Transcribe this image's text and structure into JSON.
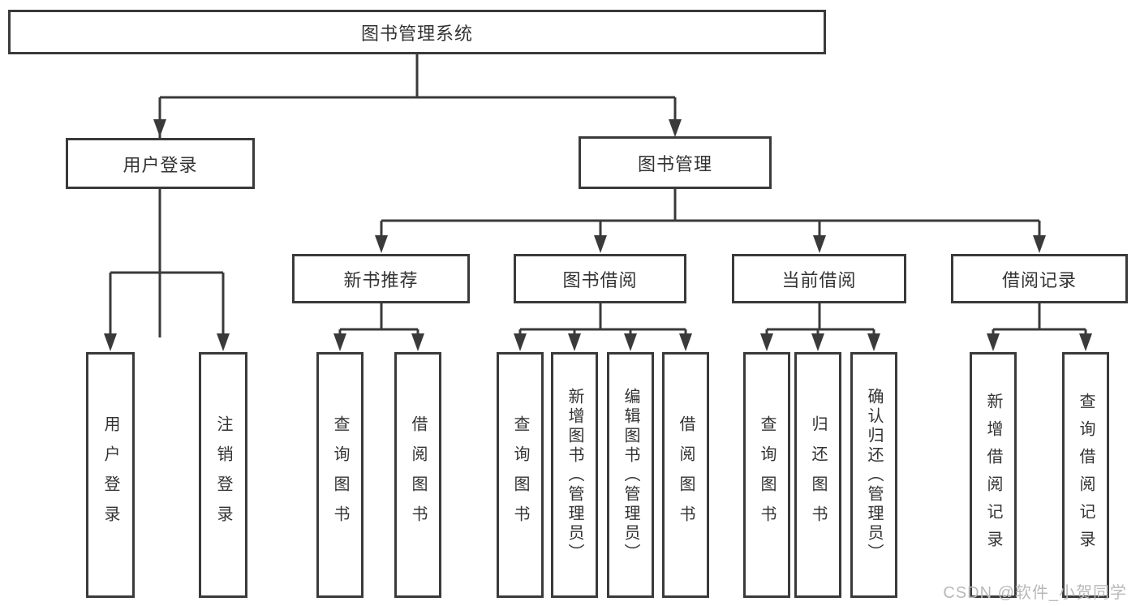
{
  "diagram": {
    "colors": {
      "line": "#3a3a3a",
      "box_border": "#3a3a3a",
      "box_bg": "#ffffff",
      "text": "#333333",
      "watermark": "#b9b9b9"
    },
    "tree": {
      "root": {
        "label": "图书管理系统",
        "children": [
          {
            "label": "用户登录",
            "children": [
              {
                "label": "用户登录"
              },
              {
                "label": "注销登录"
              }
            ]
          },
          {
            "label": "图书管理",
            "children": [
              {
                "label": "新书推荐",
                "children": [
                  {
                    "label": "查询图书"
                  },
                  {
                    "label": "借阅图书"
                  }
                ]
              },
              {
                "label": "图书借阅",
                "children": [
                  {
                    "label": "查询图书"
                  },
                  {
                    "label": "新增图书（管理员）"
                  },
                  {
                    "label": "编辑图书（管理员）"
                  },
                  {
                    "label": "借阅图书"
                  }
                ]
              },
              {
                "label": "当前借阅",
                "children": [
                  {
                    "label": "查询图书"
                  },
                  {
                    "label": "归还图书"
                  },
                  {
                    "label": "确认归还（管理员）"
                  }
                ]
              },
              {
                "label": "借阅记录",
                "children": [
                  {
                    "label": "新增借阅记录"
                  },
                  {
                    "label": "查询借阅记录"
                  }
                ]
              }
            ]
          }
        ]
      }
    },
    "watermark": {
      "text": "CSDN @软件_小贺同学"
    }
  }
}
